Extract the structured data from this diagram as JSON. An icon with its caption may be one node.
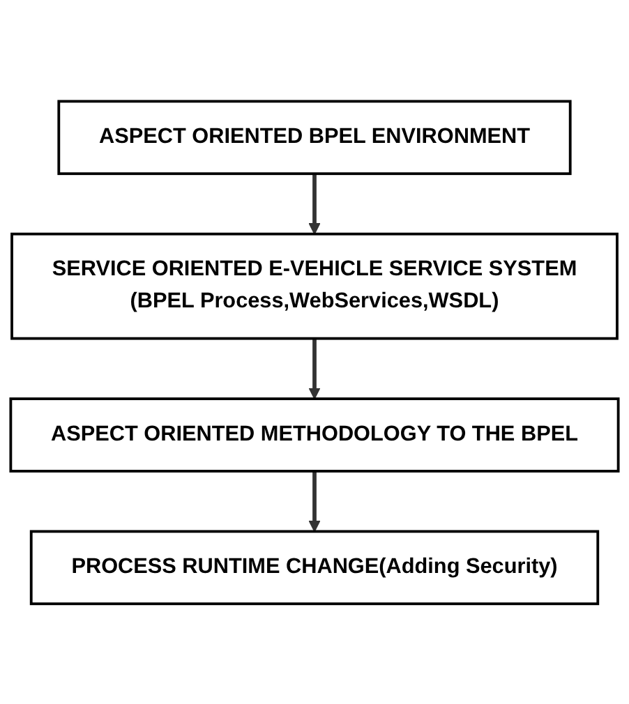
{
  "diagram": {
    "nodes": [
      {
        "text": [
          "ASPECT ORIENTED BPEL ENVIRONMENT"
        ]
      },
      {
        "text": [
          "SERVICE ORIENTED E-VEHICLE SERVICE SYSTEM",
          "(BPEL Process,WebServices,WSDL)"
        ]
      },
      {
        "text": [
          "ASPECT ORIENTED METHODOLOGY TO THE BPEL"
        ]
      },
      {
        "text": [
          "PROCESS RUNTIME CHANGE(Adding Security)"
        ]
      }
    ],
    "edges": [
      {
        "from": 0,
        "to": 1,
        "arrow": "to"
      },
      {
        "from": 1,
        "to": 2,
        "arrow": "to"
      },
      {
        "from": 2,
        "to": 3,
        "arrow": "to"
      }
    ]
  }
}
